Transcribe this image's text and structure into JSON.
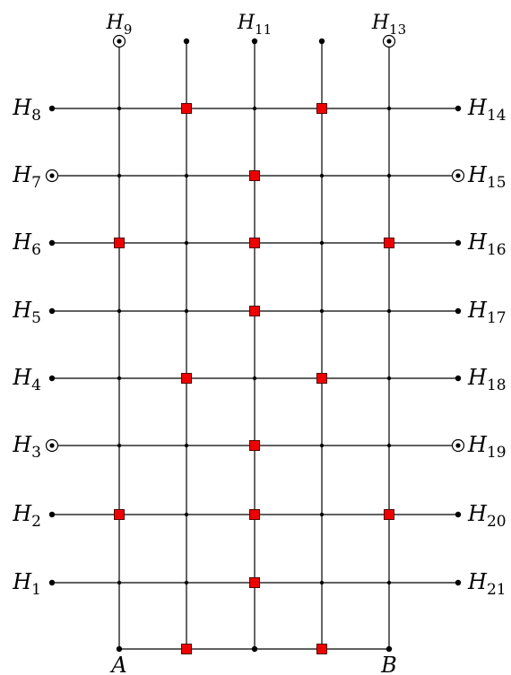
{
  "diagram": {
    "columns": 5,
    "rows": 9,
    "top_labels": [
      {
        "col": 0,
        "base": "H",
        "sub": "9",
        "marker": "ring"
      },
      {
        "col": 1,
        "marker": "dot"
      },
      {
        "col": 2,
        "base": "H",
        "sub": "11",
        "marker": "dot"
      },
      {
        "col": 3,
        "marker": "dot"
      },
      {
        "col": 4,
        "base": "H",
        "sub": "13",
        "marker": "ring"
      }
    ],
    "left_labels": [
      {
        "row": 1,
        "base": "H",
        "sub": "8",
        "marker": "dot"
      },
      {
        "row": 2,
        "base": "H",
        "sub": "7",
        "marker": "ring"
      },
      {
        "row": 3,
        "base": "H",
        "sub": "6",
        "marker": "dot"
      },
      {
        "row": 4,
        "base": "H",
        "sub": "5",
        "marker": "dot"
      },
      {
        "row": 5,
        "base": "H",
        "sub": "4",
        "marker": "dot"
      },
      {
        "row": 6,
        "base": "H",
        "sub": "3",
        "marker": "ring"
      },
      {
        "row": 7,
        "base": "H",
        "sub": "2",
        "marker": "dot"
      },
      {
        "row": 8,
        "base": "H",
        "sub": "1",
        "marker": "dot"
      }
    ],
    "right_labels": [
      {
        "row": 1,
        "base": "H",
        "sub": "14",
        "marker": "dot"
      },
      {
        "row": 2,
        "base": "H",
        "sub": "15",
        "marker": "ring"
      },
      {
        "row": 3,
        "base": "H",
        "sub": "16",
        "marker": "dot"
      },
      {
        "row": 4,
        "base": "H",
        "sub": "17",
        "marker": "dot"
      },
      {
        "row": 5,
        "base": "H",
        "sub": "18",
        "marker": "dot"
      },
      {
        "row": 6,
        "base": "H",
        "sub": "19",
        "marker": "ring"
      },
      {
        "row": 7,
        "base": "H",
        "sub": "20",
        "marker": "dot"
      },
      {
        "row": 8,
        "base": "H",
        "sub": "21",
        "marker": "dot"
      }
    ],
    "bottom_labels": [
      {
        "col": 0,
        "text": "A"
      },
      {
        "col": 4,
        "text": "B"
      }
    ],
    "red_squares": [
      [
        1,
        1
      ],
      [
        3,
        1
      ],
      [
        2,
        2
      ],
      [
        0,
        3
      ],
      [
        2,
        3
      ],
      [
        4,
        3
      ],
      [
        2,
        4
      ],
      [
        1,
        5
      ],
      [
        3,
        5
      ],
      [
        2,
        6
      ],
      [
        0,
        7
      ],
      [
        2,
        7
      ],
      [
        4,
        7
      ],
      [
        2,
        8
      ],
      [
        1,
        9
      ],
      [
        3,
        9
      ]
    ],
    "colors": {
      "line": "#000000",
      "square_fill": "#ee0000",
      "square_stroke": "#550000"
    }
  }
}
